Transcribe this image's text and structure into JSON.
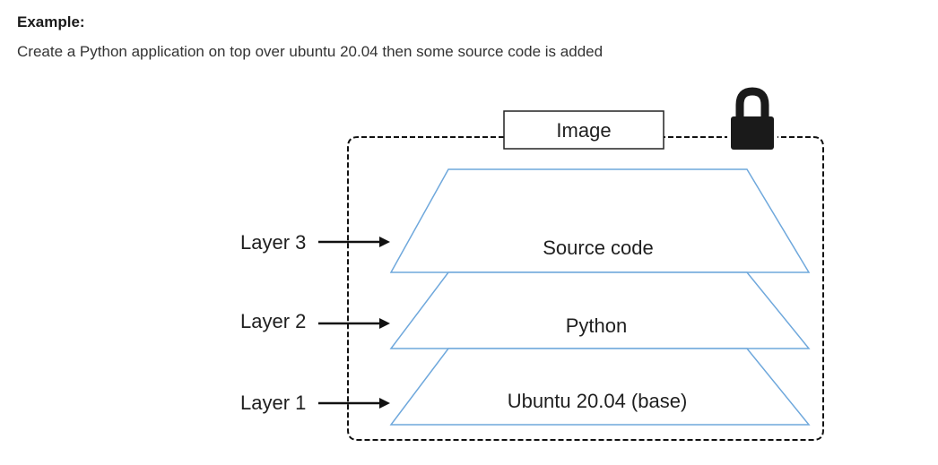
{
  "heading": "Example:",
  "description": "Create a Python application on top over ubuntu 20.04 then some source code is added",
  "diagram": {
    "image_label": "Image",
    "lock_icon": "lock-icon",
    "layers": [
      {
        "label": "Layer 3",
        "content": "Source code"
      },
      {
        "label": "Layer 2",
        "content": "Python"
      },
      {
        "label": "Layer 1",
        "content": "Ubuntu 20.04 (base)"
      }
    ],
    "colors": {
      "layer_stroke": "#6fa8dc",
      "border": "#111111",
      "lock": "#1a1a1a"
    }
  }
}
